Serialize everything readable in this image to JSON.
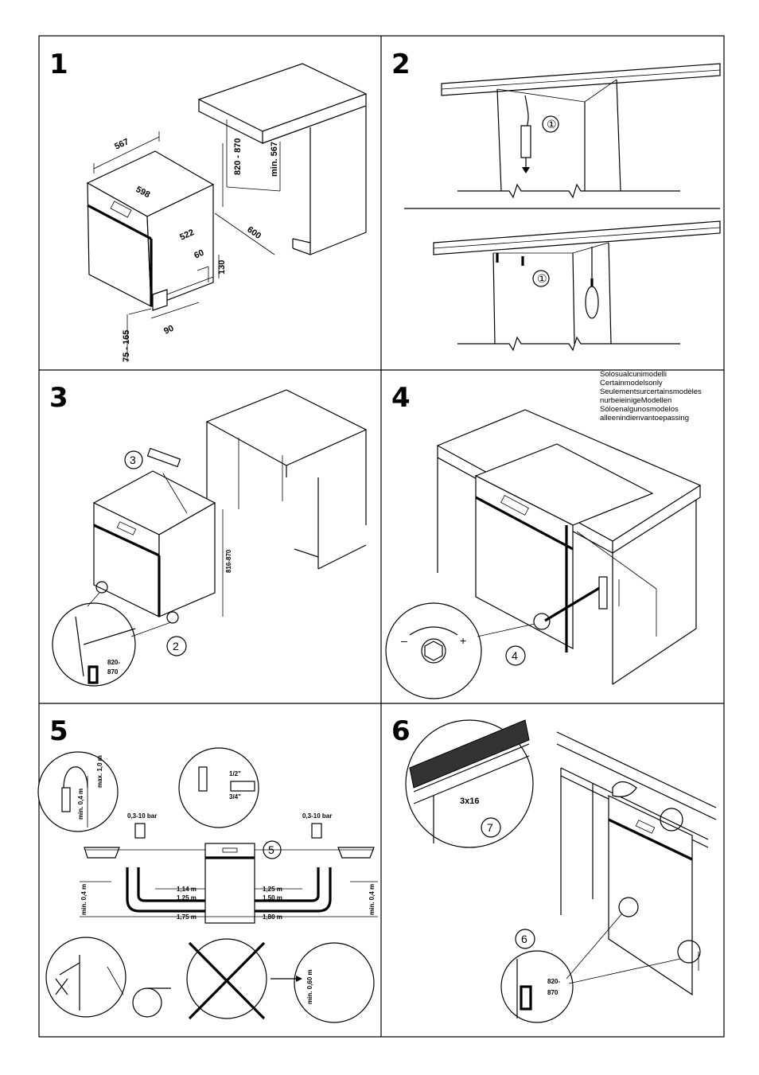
{
  "panels": [
    {
      "number": "1"
    },
    {
      "number": "2"
    },
    {
      "number": "3"
    },
    {
      "number": "4"
    },
    {
      "number": "5"
    },
    {
      "number": "6"
    }
  ],
  "panel1": {
    "dims": [
      "567",
      "598",
      "820 - 870",
      "min. 567",
      "600",
      "522",
      "60",
      "130",
      "90",
      "75 - 165"
    ]
  },
  "panel2": {
    "callout_top": "①",
    "callout_bottom": "①"
  },
  "panel3": {
    "callout_a": "3",
    "callout_b": "2",
    "height": "816-870",
    "detail_l1": "820-",
    "detail_l2": "870"
  },
  "panel4": {
    "note_lines": [
      "Solosualcunimodelli",
      "Certainmodelsonly",
      "Seulementsurcertainsmodèles",
      "nurbeieinigeModellen",
      "Sóloenalgunosmodelos",
      "alleenindienvantoepassing"
    ],
    "minus": "–",
    "plus": "+",
    "callout": "4"
  },
  "panel5": {
    "callout": "5",
    "thread_a": "1/2\"",
    "thread_b": "3/4\"",
    "pressure_l": "0,3-10 bar",
    "pressure_r": "0,3-10 bar",
    "hose_left": [
      "1,14 m",
      "1,25 m",
      "1,75 m"
    ],
    "hose_right": [
      "1,25 m",
      "1,50 m",
      "1,80 m"
    ],
    "max_10": "max. 1,0 m",
    "min_04": "min. 0,4 m",
    "side_l": "min. 0,4 m",
    "side_r": "min. 0,4 m",
    "detail_min": "min. 0,60 m"
  },
  "panel6": {
    "screw": "3x16",
    "callout_a": "7",
    "callout_b": "6",
    "detail_l1": "820-",
    "detail_l2": "870"
  }
}
